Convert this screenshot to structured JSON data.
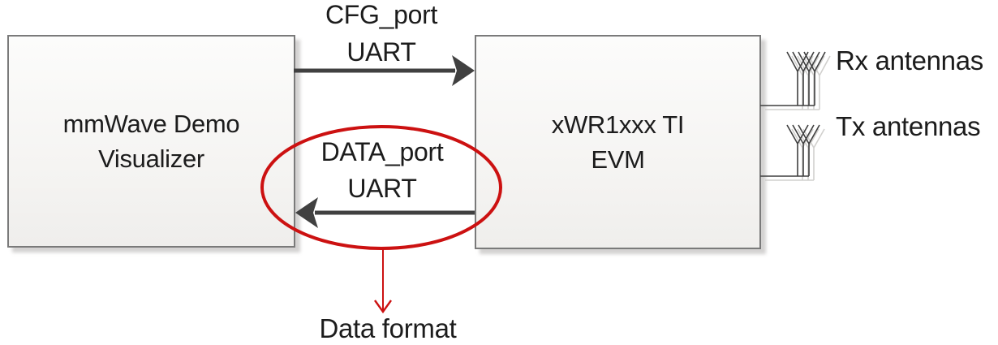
{
  "diagram": {
    "left_box": {
      "line1": "mmWave Demo",
      "line2": "Visualizer"
    },
    "right_box": {
      "line1": "xWR1xxx TI",
      "line2": "EVM"
    },
    "cfg_arrow": {
      "line1": "CFG_port",
      "line2": "UART",
      "direction": "left-to-right"
    },
    "data_arrow": {
      "line1": "DATA_port",
      "line2": "UART",
      "direction": "right-to-left"
    },
    "annotation": {
      "label": "Data format"
    },
    "antennas": {
      "rx_label": "Rx antennas",
      "tx_label": "Tx antennas",
      "rx_element_count": 4,
      "tx_element_count": 3
    },
    "colors": {
      "arrow_gray": "#404040",
      "highlight_red": "#cc1111",
      "box_border": "#7a7a7a",
      "box_fill": "#f4f3f1",
      "text": "#1c1c1c",
      "shadow": "#c9c8c5"
    }
  }
}
